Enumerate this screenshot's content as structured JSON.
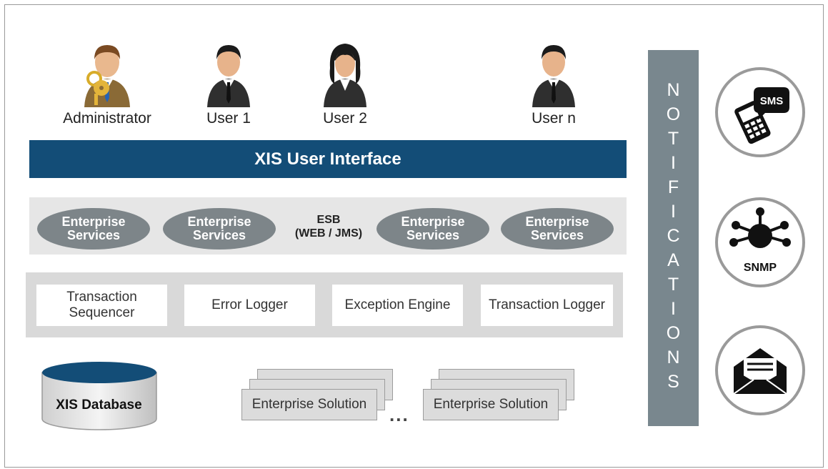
{
  "users": [
    {
      "label": "Administrator",
      "icon": "administrator-icon"
    },
    {
      "label": "User 1",
      "icon": "male-user-icon"
    },
    {
      "label": "User 2",
      "icon": "female-user-icon"
    },
    {
      "label": "User n",
      "icon": "male-user-icon"
    }
  ],
  "ui_bar": {
    "label": "XIS User Interface",
    "color": "#134d77"
  },
  "esb": {
    "services": [
      "Enterprise Services",
      "Enterprise Services",
      "Enterprise Services",
      "Enterprise Services"
    ],
    "label_line1": "ESB",
    "label_line2": "(WEB / JMS)"
  },
  "components": [
    {
      "line1": "Transaction",
      "line2": "Sequencer"
    },
    {
      "line1": "Error Logger",
      "line2": ""
    },
    {
      "line1": "Exception Engine",
      "line2": ""
    },
    {
      "line1": "Transaction Logger",
      "line2": ""
    }
  ],
  "database": {
    "label": "XIS Database",
    "top_color": "#134d77"
  },
  "solutions": [
    "Enterprise Solution",
    "Enterprise Solution"
  ],
  "dots": "...",
  "notifications": {
    "letters": [
      "N",
      "O",
      "T",
      "I",
      "F",
      "I",
      "C",
      "A",
      "T",
      "I",
      "O",
      "N",
      "S"
    ],
    "color": "#79878e"
  },
  "channels": [
    {
      "label": "SMS",
      "icon": "sms-phone-icon"
    },
    {
      "label": "SNMP",
      "icon": "snmp-network-icon"
    },
    {
      "label": "",
      "icon": "email-envelope-icon"
    }
  ]
}
